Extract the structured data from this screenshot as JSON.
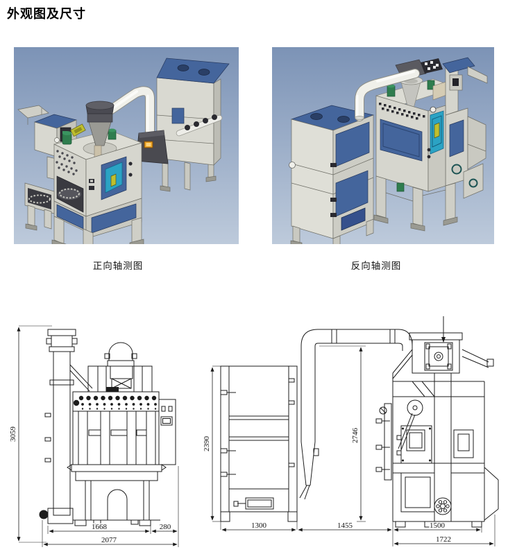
{
  "page": {
    "title": "外观图及尺寸"
  },
  "figures": {
    "front_iso": {
      "caption": "正向轴测图"
    },
    "back_iso": {
      "caption": "反向轴测图"
    }
  },
  "drawings": {
    "front_view": {
      "height_dim": "3059",
      "width_dim_1": "1668",
      "width_dim_2": "280",
      "total_width_dim": "2077"
    },
    "side_view": {
      "collector_height_dim": "2390",
      "machine_height_dim": "2746",
      "collector_width_dim": "1300",
      "gap_dim": "1455",
      "machine_width_dim": "1500",
      "machine_total_width_dim": "1722"
    }
  },
  "colors": {
    "render_bg_top": "#7C93B6",
    "render_bg_bottom": "#BDCADB",
    "machine_body": "#D8D8D0",
    "panel_blue": "#44659C",
    "panel_blue_dark": "#2A3F66",
    "door_cyan": "#2BA3C4",
    "motor_green": "#2F7D4E",
    "hopper_dark": "#4A4A50",
    "glow_orange": "#E8A020",
    "pipe_white": "#F0F0EA",
    "drawing_line": "#1C1C1C"
  }
}
